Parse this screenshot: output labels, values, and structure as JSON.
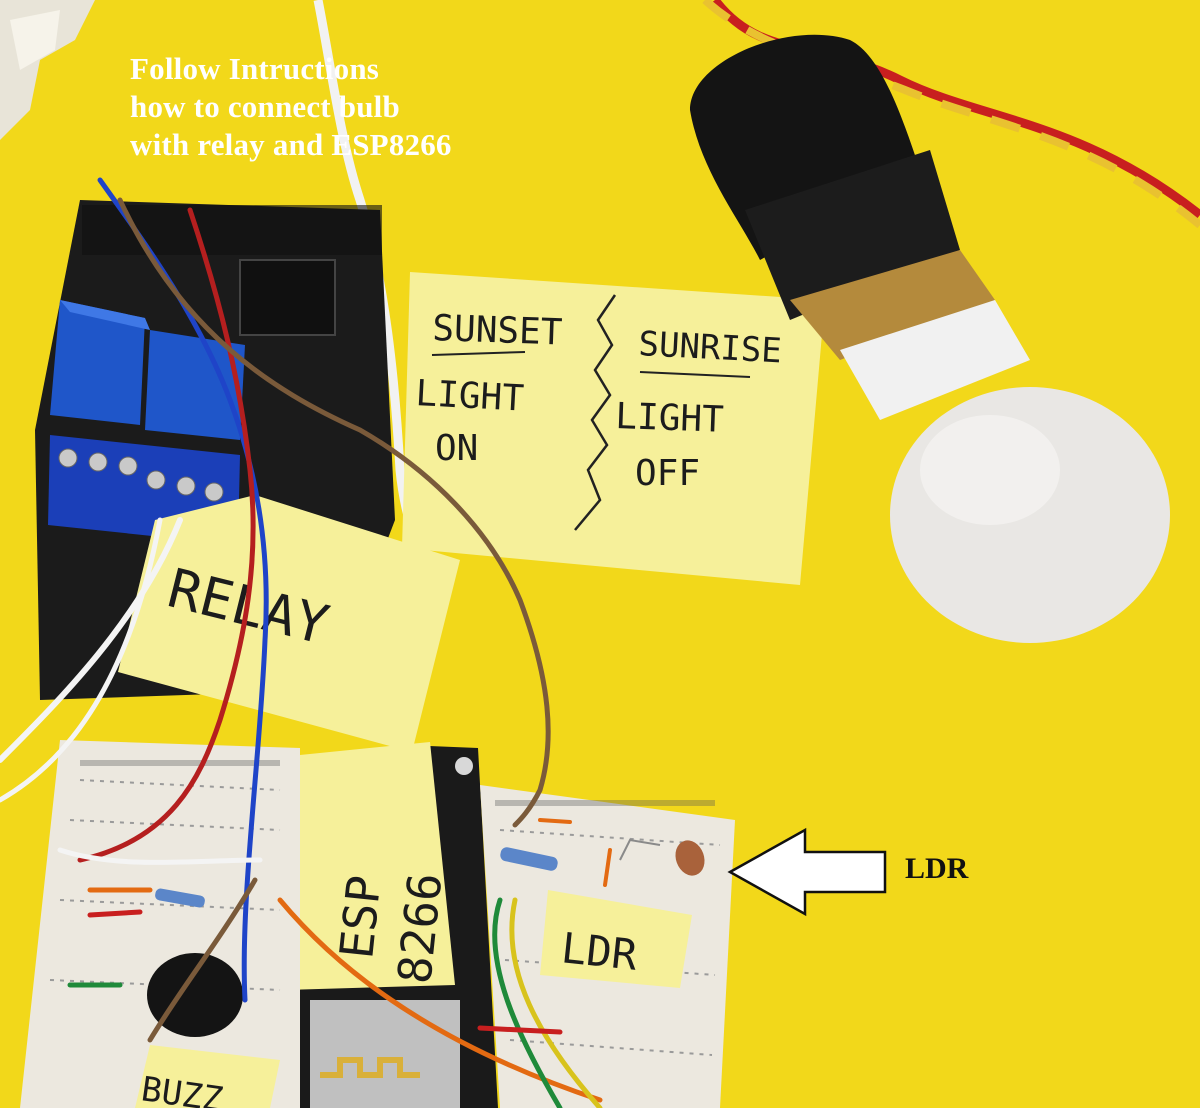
{
  "overlay": {
    "title_lines": [
      "Follow Intructions",
      "how to connect bulb",
      "with relay and ESP8266"
    ],
    "ldr_callout": "LDR"
  },
  "notes": {
    "sunset": "SUNSET",
    "sunset_light": "LIGHT",
    "sunset_on": "ON",
    "sunrise": "SUNRISE",
    "sunrise_light": "LIGHT",
    "sunrise_off": "OFF",
    "relay": "RELAY",
    "esp_line1": "ESP",
    "esp_line2": "8266",
    "ldr": "LDR",
    "buzzer": "BUZZ"
  },
  "colors": {
    "background": "#f2d81a",
    "sticky_note": "#f6f09a",
    "relay_board": "#1b1b1b",
    "relay_cube": "#1f56c9",
    "terminal": "#1b3fb8",
    "breadboard": "#ece8df",
    "bulb": "#e9e7e4",
    "socket": "#141414",
    "brass": "#b48a3c",
    "arrow": "#ffffff"
  }
}
